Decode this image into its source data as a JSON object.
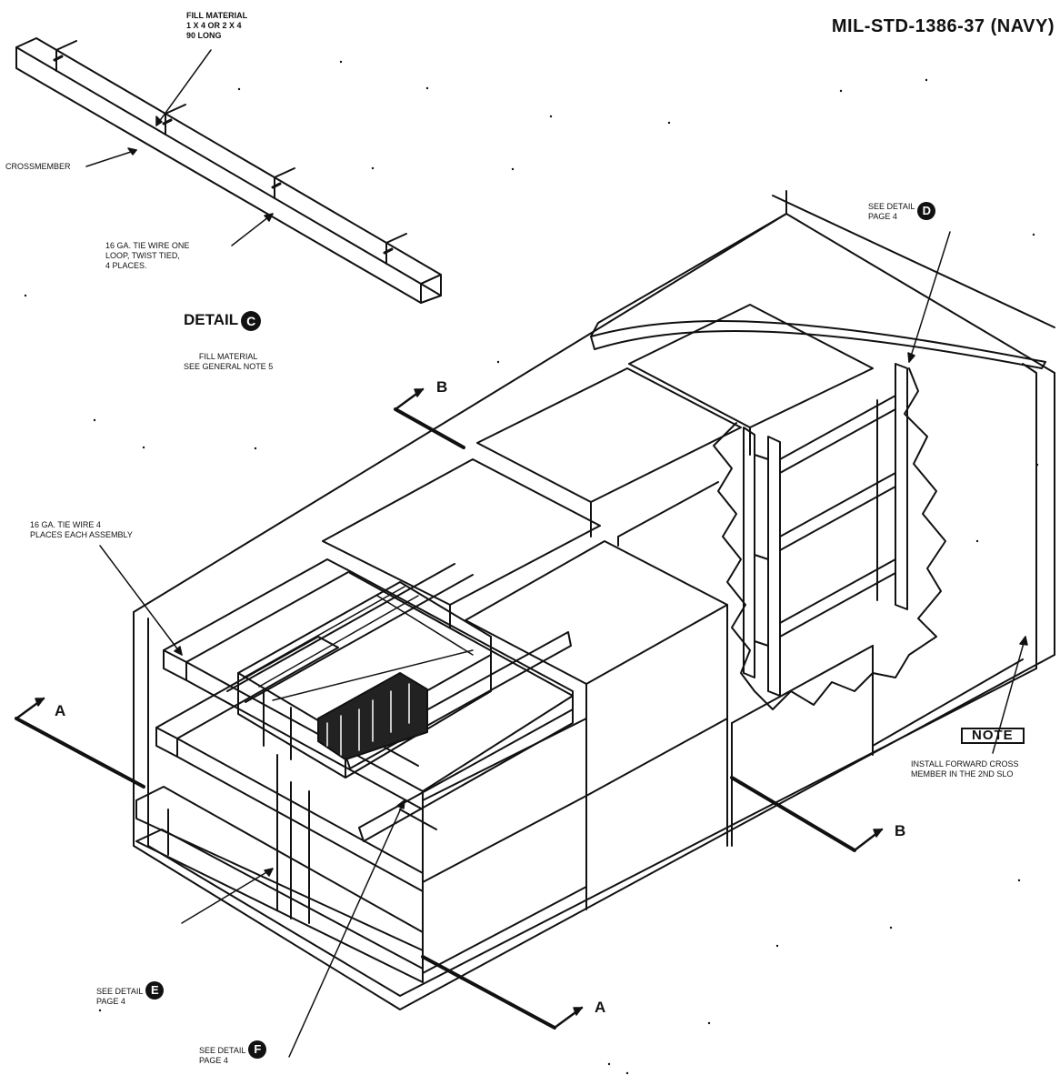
{
  "document_id": "MIL-STD-1386-37 (NAVY)",
  "detail_c": {
    "fill_callout": [
      "FILL MATERIAL",
      "1 x 4 OR 2 x 4",
      "90 LONG"
    ],
    "crossmember": "CROSSMEMBER",
    "tie_wire": [
      "16 GA. TIE WIRE ONE",
      "LOOP, TWIST TIED,",
      "4 PLACES."
    ],
    "title_word": "DETAIL",
    "title_letter": "C",
    "subtitle": [
      "FILL MATERIAL",
      "SEE GENERAL NOTE 5"
    ]
  },
  "callouts": {
    "tie_wire_assembly": [
      "16 GA. TIE WIRE 4",
      "PLACES EACH ASSEMBLY"
    ],
    "detail_d": {
      "text": [
        "SEE DETAIL",
        "PAGE 4"
      ],
      "letter": "D"
    },
    "detail_e": {
      "text": [
        "SEE DETAIL",
        "PAGE 4"
      ],
      "letter": "E"
    },
    "detail_f": {
      "text": [
        "SEE DETAIL",
        "PAGE 4"
      ],
      "letter": "F"
    }
  },
  "note": {
    "label": "NOTE",
    "text": [
      "INSTALL FORWARD CROSS",
      "MEMBER IN THE 2ND SLO"
    ]
  },
  "sections": {
    "a_left": "A",
    "a_bottom": "A",
    "b_top": "B",
    "b_right": "B"
  }
}
